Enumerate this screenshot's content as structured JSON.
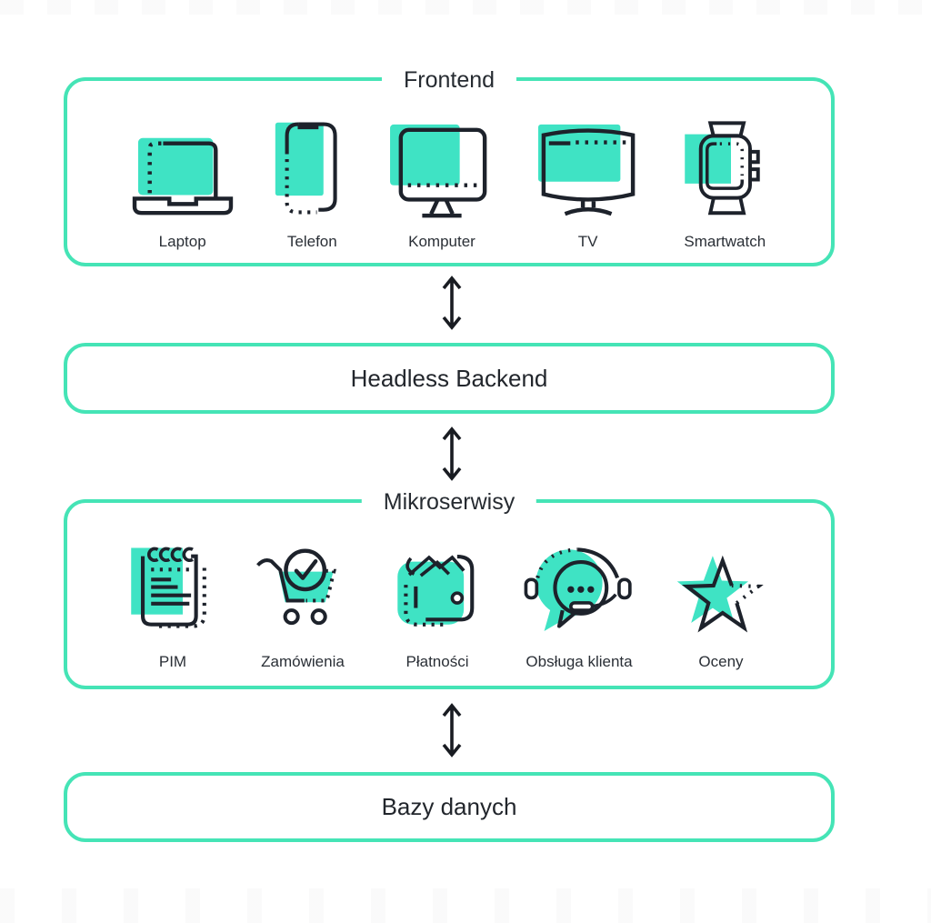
{
  "colors": {
    "accent_border": "#45E4B6",
    "accent_fill": "#3FE3C4",
    "ink": "#1D222B",
    "text": "#262B31",
    "background": "#FFFFFF"
  },
  "frontend": {
    "title": "Frontend",
    "items": [
      {
        "icon": "laptop-icon",
        "label": "Laptop"
      },
      {
        "icon": "phone-icon",
        "label": "Telefon"
      },
      {
        "icon": "desktop-icon",
        "label": "Komputer"
      },
      {
        "icon": "tv-icon",
        "label": "TV"
      },
      {
        "icon": "smartwatch-icon",
        "label": "Smartwatch"
      }
    ]
  },
  "headless_backend": {
    "title": "Headless Backend"
  },
  "microservices": {
    "title": "Mikroserwisy",
    "items": [
      {
        "icon": "notepad-icon",
        "label": "PIM"
      },
      {
        "icon": "cart-check-icon",
        "label": "Zamówienia"
      },
      {
        "icon": "wallet-icon",
        "label": "Płatności"
      },
      {
        "icon": "support-headset-icon",
        "label": "Obsługa klienta"
      },
      {
        "icon": "star-icon",
        "label": "Oceny"
      }
    ]
  },
  "databases": {
    "title": "Bazy danych"
  },
  "connectors": {
    "icon": "double-arrow-icon",
    "count": 3
  }
}
